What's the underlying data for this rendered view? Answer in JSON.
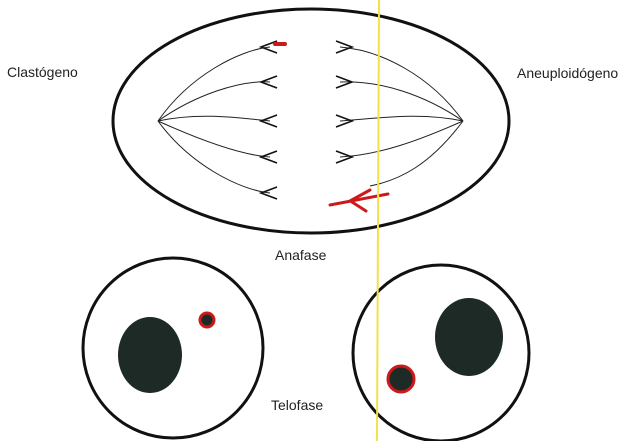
{
  "labels": {
    "left": "Clastógeno",
    "right": "Aneuploidógeno",
    "anaphase": "Anafase",
    "telophase": "Telofase"
  },
  "colors": {
    "stroke": "#111111",
    "fragment": "#cc1a1a",
    "nucleus": "#1d2a26",
    "marker_line": "#f2e24a",
    "background": "#ffffff"
  }
}
